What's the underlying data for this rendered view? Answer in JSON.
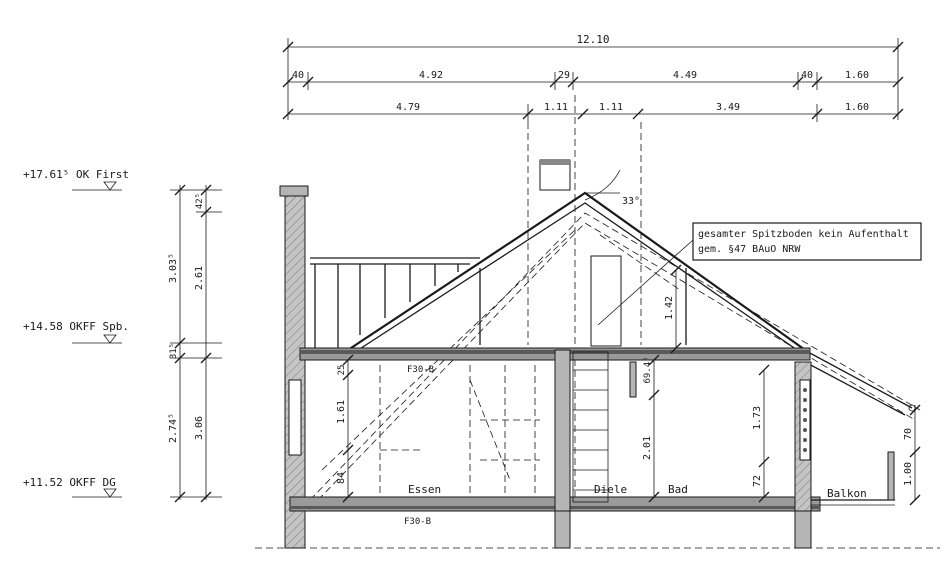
{
  "levels": {
    "ridge_label": "+17.61⁵ OK First",
    "attic_label": "+14.58 OKFF Spb.",
    "floor_label": "+11.52 OKFF DG"
  },
  "dimensions_top": {
    "overall": "12.10",
    "row2": [
      "40",
      "4.92",
      "29",
      "4.49",
      "40",
      "1.60"
    ],
    "row3": [
      "4.79",
      "1.11",
      "1.11",
      "3.49",
      "1.60"
    ]
  },
  "dimensions_left": {
    "outer": [
      "3.03⁵",
      "31⁵",
      "2.74⁵"
    ],
    "inner": [
      "42⁵",
      "2.61",
      "3.06"
    ]
  },
  "dimensions_inner": {
    "attic_height": "1.42",
    "eaves_a": "25",
    "eaves_b": "1.61",
    "eaves_c": "84",
    "beam": "69.4⁵",
    "clear_height": "2.01",
    "bath_height": "1.73",
    "bath_sill": "72",
    "balcony_a": "70",
    "balcony_b": "1.00"
  },
  "annotation": {
    "line1": "gesamter Spitzboden kein Aufenthalt",
    "line2": "gem. §47 BAuO NRW"
  },
  "roof_angle": "33°",
  "fire_rating_upper": "F30-B",
  "fire_rating_lower": "F30-B",
  "rooms": [
    "Essen",
    "Diele",
    "Bad",
    "Balkon"
  ]
}
